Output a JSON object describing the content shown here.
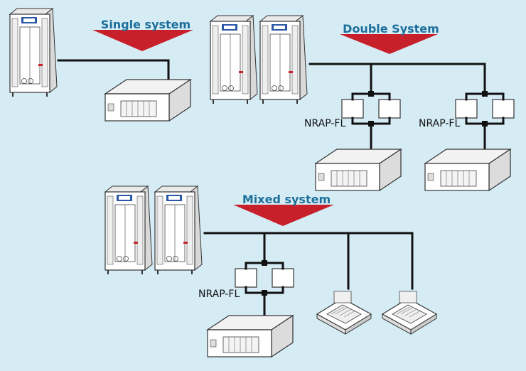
{
  "diagram": {
    "titles": {
      "single": "Single system",
      "double": "Double System",
      "mixed": "Mixed system"
    },
    "distributor_label": "NRAP-FL",
    "colors": {
      "background": "#d6ecf5",
      "title_text": "#1c6f9a",
      "arrow": "#c8202a",
      "pipe": "#111111",
      "unit_body": "#ffffff",
      "unit_outline": "#333333",
      "brand_badge": "#2a57a6"
    },
    "icons": {
      "outdoor_unit": "outdoor-condenser-icon",
      "ducted_indoor_unit": "ducted-indoor-unit-icon",
      "cassette_indoor_unit": "ceiling-cassette-icon",
      "distributor": "refnet-distributor-icon",
      "arrow": "red-down-arrow-icon"
    }
  }
}
